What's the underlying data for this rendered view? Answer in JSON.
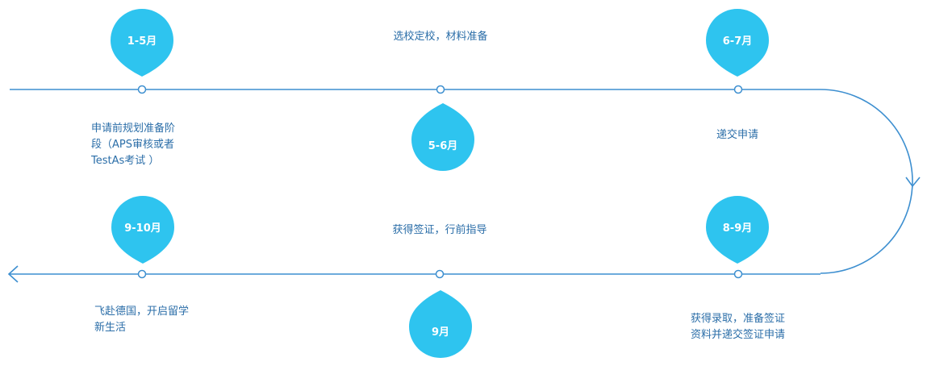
{
  "colors": {
    "line": "#3d8fd0",
    "drop": "#2ec4ef",
    "text": "#2b6ea8"
  },
  "stages": [
    {
      "period": "1-5月",
      "text": "申请前规划准备阶\n段（APS审核或者\nTestAs考试 ）"
    },
    {
      "period": "5-6月",
      "text": "选校定校，材料准备"
    },
    {
      "period": "6-7月",
      "text": "递交申请"
    },
    {
      "period": "8-9月",
      "text": "获得录取，准备签证\n资料并递交签证申请"
    },
    {
      "period": "9月",
      "text": "获得签证，行前指导"
    },
    {
      "period": "9-10月",
      "text": "飞赴德国，开启留学\n新生活"
    }
  ]
}
